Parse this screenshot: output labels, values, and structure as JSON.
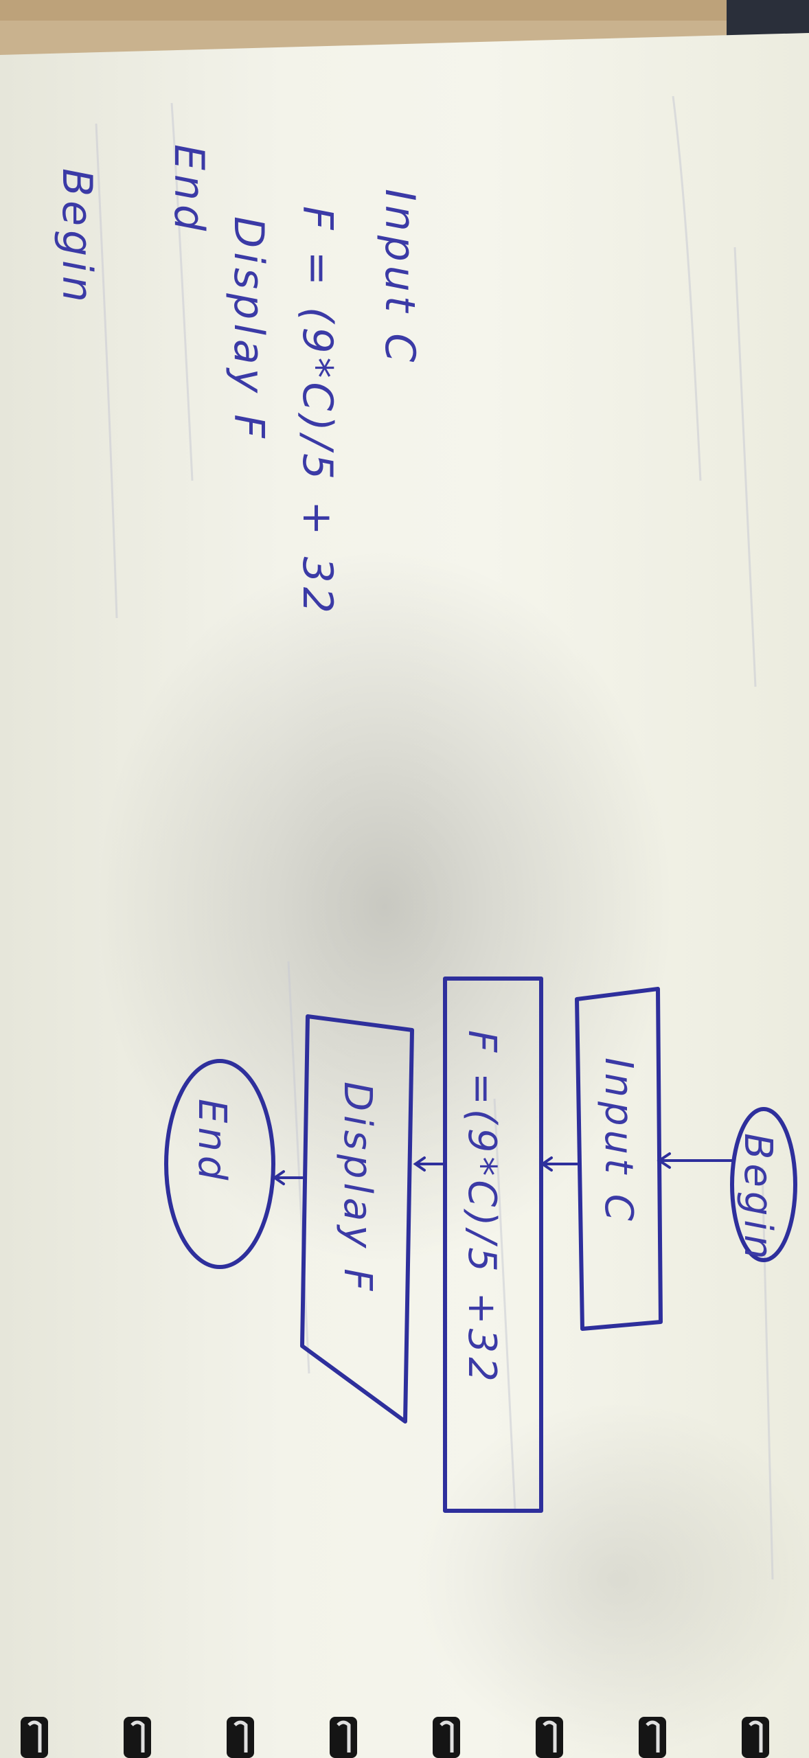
{
  "pseudocode": {
    "lines": [
      "Begin",
      "Input C",
      "F = (9*C)/5 + 32",
      "Display F",
      "End"
    ]
  },
  "flowchart": {
    "start": "Begin",
    "input": "Input C",
    "process": "F =(9*C)/5 +32",
    "output": "Display F",
    "end": "End"
  },
  "colors": {
    "ink": "#2e2f9c",
    "paper": "#f2f2e8",
    "desk": "#c9b28e",
    "binding": "#1f1f1f"
  }
}
